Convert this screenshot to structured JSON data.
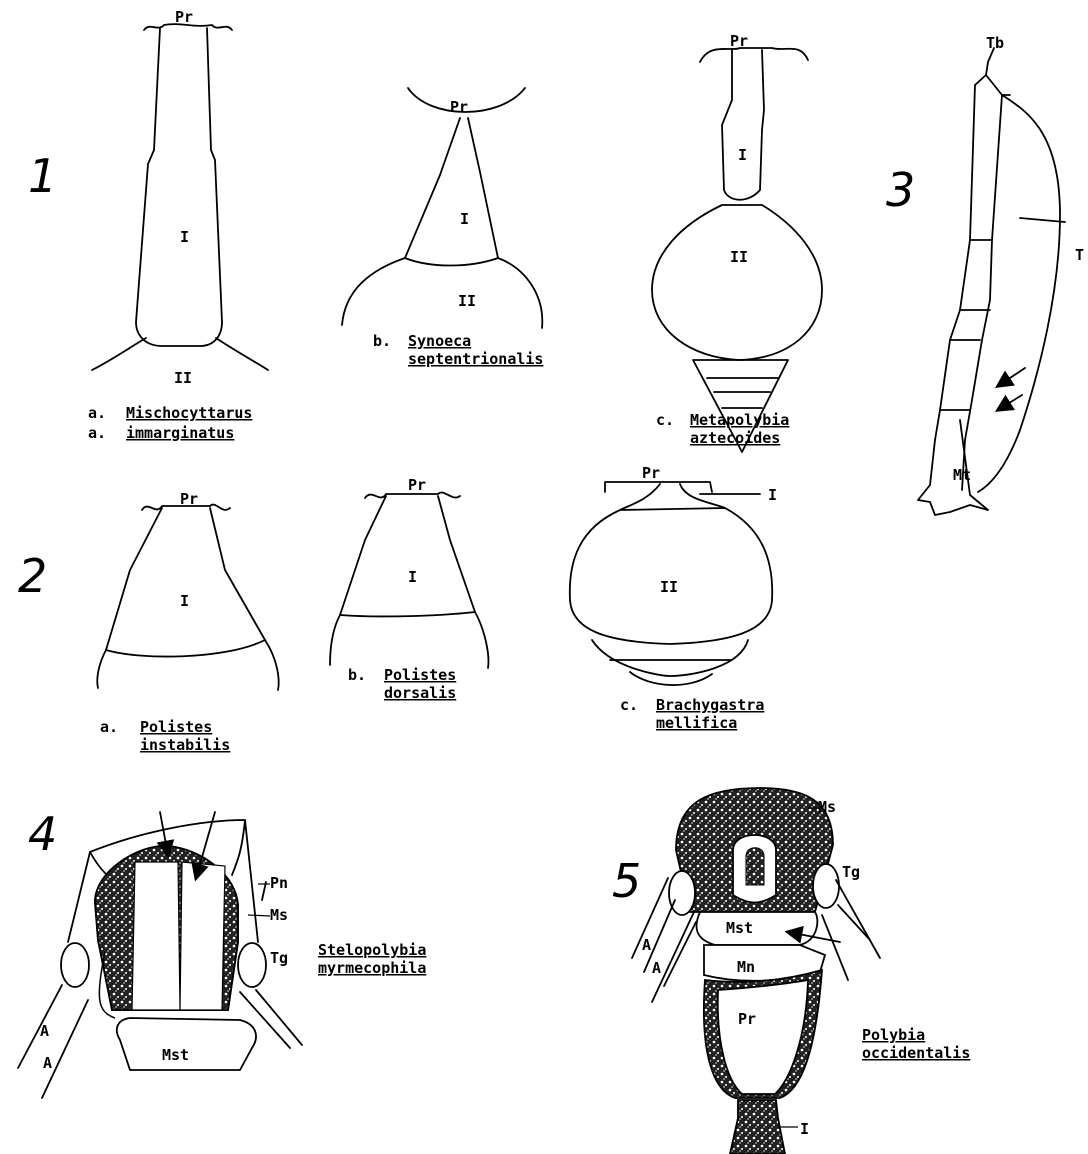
{
  "figure_numbers": [
    "1",
    "2",
    "3",
    "4",
    "5"
  ],
  "fig1": {
    "a": {
      "letter": "a.",
      "genus": "Mischocyttarus",
      "species_letter": "a.",
      "species": "immarginatus",
      "labels": {
        "pr": "Pr",
        "seg1": "I",
        "seg2": "II"
      }
    },
    "b": {
      "letter": "b.",
      "genus": "Synoeca",
      "species": "septentrionalis",
      "labels": {
        "pr": "Pr",
        "seg1": "I",
        "seg2": "II"
      }
    },
    "c": {
      "letter": "c.",
      "genus": "Metapolybia",
      "species": "aztecoides",
      "labels": {
        "pr": "Pr",
        "seg1": "I",
        "seg2": "II"
      }
    }
  },
  "fig2": {
    "a": {
      "letter": "a.",
      "genus": "Polistes",
      "species": "instabilis",
      "labels": {
        "pr": "Pr",
        "seg1": "I"
      }
    },
    "b": {
      "letter": "b.",
      "genus": "Polistes",
      "species": "dorsalis",
      "labels": {
        "pr": "Pr",
        "seg1": "I"
      }
    },
    "c": {
      "letter": "c.",
      "genus": "Brachygastra",
      "species": "mellifica",
      "labels": {
        "pr": "Pr",
        "seg1": "I",
        "seg2": "II"
      }
    }
  },
  "fig3": {
    "labels": {
      "tb": "Tb",
      "t": "T",
      "mt": "Mt"
    }
  },
  "fig4": {
    "genus": "Stelopolybia",
    "species": "myrmecophila",
    "labels": {
      "pn": "Pn",
      "ms": "Ms",
      "tg": "Tg",
      "a1": "A",
      "a2": "A",
      "mst": "Mst"
    }
  },
  "fig5": {
    "genus": "Polybia",
    "species": "occidentalis",
    "labels": {
      "ms": "Ms",
      "tg": "Tg",
      "mst": "Mst",
      "mn": "Mn",
      "pr": "Pr",
      "seg1": "I",
      "a1": "A",
      "a2": "A"
    }
  }
}
